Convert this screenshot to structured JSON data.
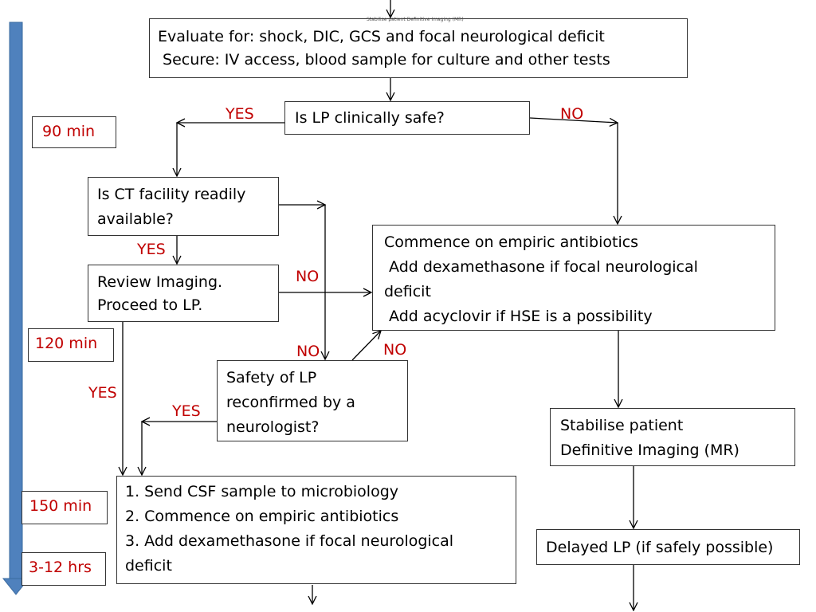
{
  "colors": {
    "line": "#000000",
    "box_border": "#333333",
    "label_red": "#c00000",
    "timeline_blue": "#4f81bd",
    "timeline_blue_dark": "#3a6a9e"
  },
  "diagram": {
    "top_caption": "Stabilise patient Definitive Imaging (MR)",
    "evaluate_box": {
      "line1": "Evaluate for: shock, DIC, GCS and focal neurological deficit",
      "line2": " Secure: IV access, blood sample for culture and other tests"
    },
    "lp_safe_box": {
      "line1": "Is LP clinically safe?"
    },
    "ct_box": {
      "line1": "Is CT facility readily",
      "line2": "available?"
    },
    "review_box": {
      "line1": "Review Imaging.",
      "line2": "Proceed to LP."
    },
    "antibiotics_box": {
      "line1": "Commence on empiric antibiotics",
      "line2": " Add dexamethasone if focal neurological",
      "line3": "deficit",
      "line4": " Add acyclovir if HSE is a possibility"
    },
    "safety_box": {
      "line1": "Safety of LP",
      "line2": "reconfirmed by a",
      "line3": "neurologist?"
    },
    "stabilise_box": {
      "line1": "Stabilise patient",
      "line2": "Definitive Imaging (MR)"
    },
    "csf_box": {
      "line1": "1. Send CSF sample to microbiology",
      "line2": "2. Commence on empiric antibiotics",
      "line3": "3. Add dexamethasone if focal neurological",
      "line4": "deficit"
    },
    "delayed_box": {
      "line1": "Delayed LP (if safely possible)"
    },
    "labels": {
      "yes_lp": "YES",
      "no_lp": "NO",
      "yes_ct": "YES",
      "no_ct": "NO",
      "no_safety_left": "NO",
      "no_safety_right": "NO",
      "yes_review": "YES",
      "yes_safety": "YES"
    }
  },
  "timeline": {
    "t90": "90 min",
    "t120": "120 min",
    "t150": "150 min",
    "t312": "3-12 hrs"
  }
}
